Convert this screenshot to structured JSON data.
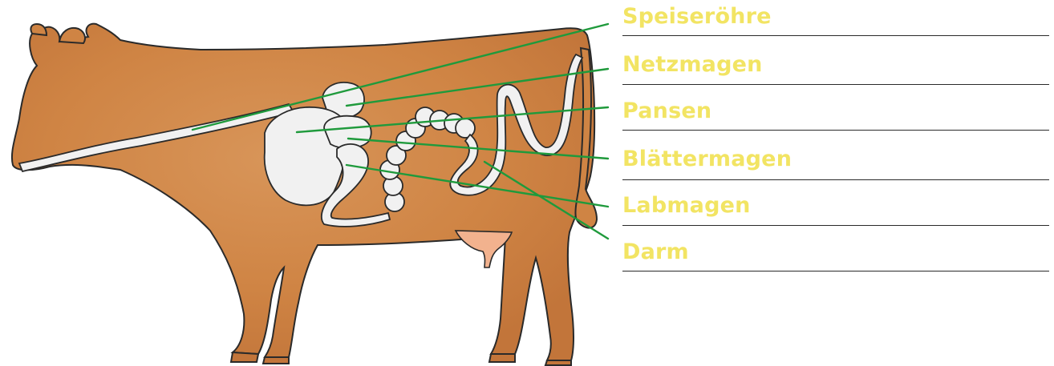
{
  "labels": [
    {
      "id": "speiseroehre",
      "text": "Speiseröhre"
    },
    {
      "id": "netzmagen",
      "text": "Netzmagen"
    },
    {
      "id": "pansen",
      "text": "Pansen"
    },
    {
      "id": "blaettermagen",
      "text": "Blättermagen"
    },
    {
      "id": "labmagen",
      "text": "Labmagen"
    },
    {
      "id": "darm",
      "text": "Darm"
    }
  ],
  "colors": {
    "label_text": "#f2e463",
    "leader_line": "#1f9a3c",
    "cow_body": "#d58a4a",
    "cow_body_dark": "#c07236",
    "organs": "#f1f1f1",
    "udder": "#f2b28e",
    "outline": "#2a2a2a"
  }
}
